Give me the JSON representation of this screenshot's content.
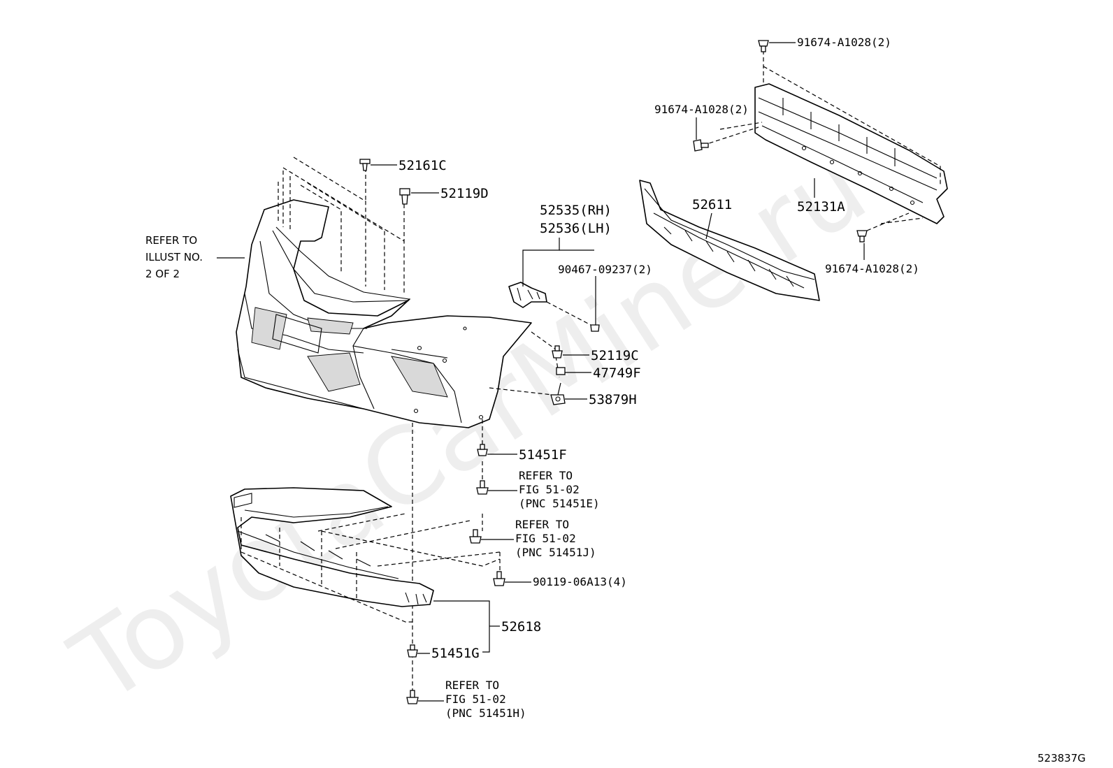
{
  "watermark": "ToyotaCarMine.ru",
  "figure_number": "523837G",
  "refer_illust": [
    "REFER TO",
    "ILLUST NO.",
    "2 OF 2"
  ],
  "parts": {
    "p52161C": "52161C",
    "p52119D": "52119D",
    "p52535": "52535(RH)",
    "p52536": "52536(LH)",
    "p90467": "90467-09237(2)",
    "p52119C": "52119C",
    "p47749F": "47749F",
    "p53879H": "53879H",
    "p51451F": "51451F",
    "p90119": "90119-06A13(4)",
    "p52618": "52618",
    "p51451G": "51451G",
    "p52611": "52611",
    "p52131A": "52131A",
    "p91674_top": "91674-A1028(2)",
    "p91674_left": "91674-A1028(2)",
    "p91674_right": "91674-A1028(2)"
  },
  "refer_fig": {
    "e": [
      "REFER TO",
      "FIG 51-02",
      "(PNC 51451E)"
    ],
    "j": [
      "REFER TO",
      "FIG 51-02",
      "(PNC 51451J)"
    ],
    "h": [
      "REFER TO",
      "FIG 51-02",
      "(PNC 51451H)"
    ]
  }
}
